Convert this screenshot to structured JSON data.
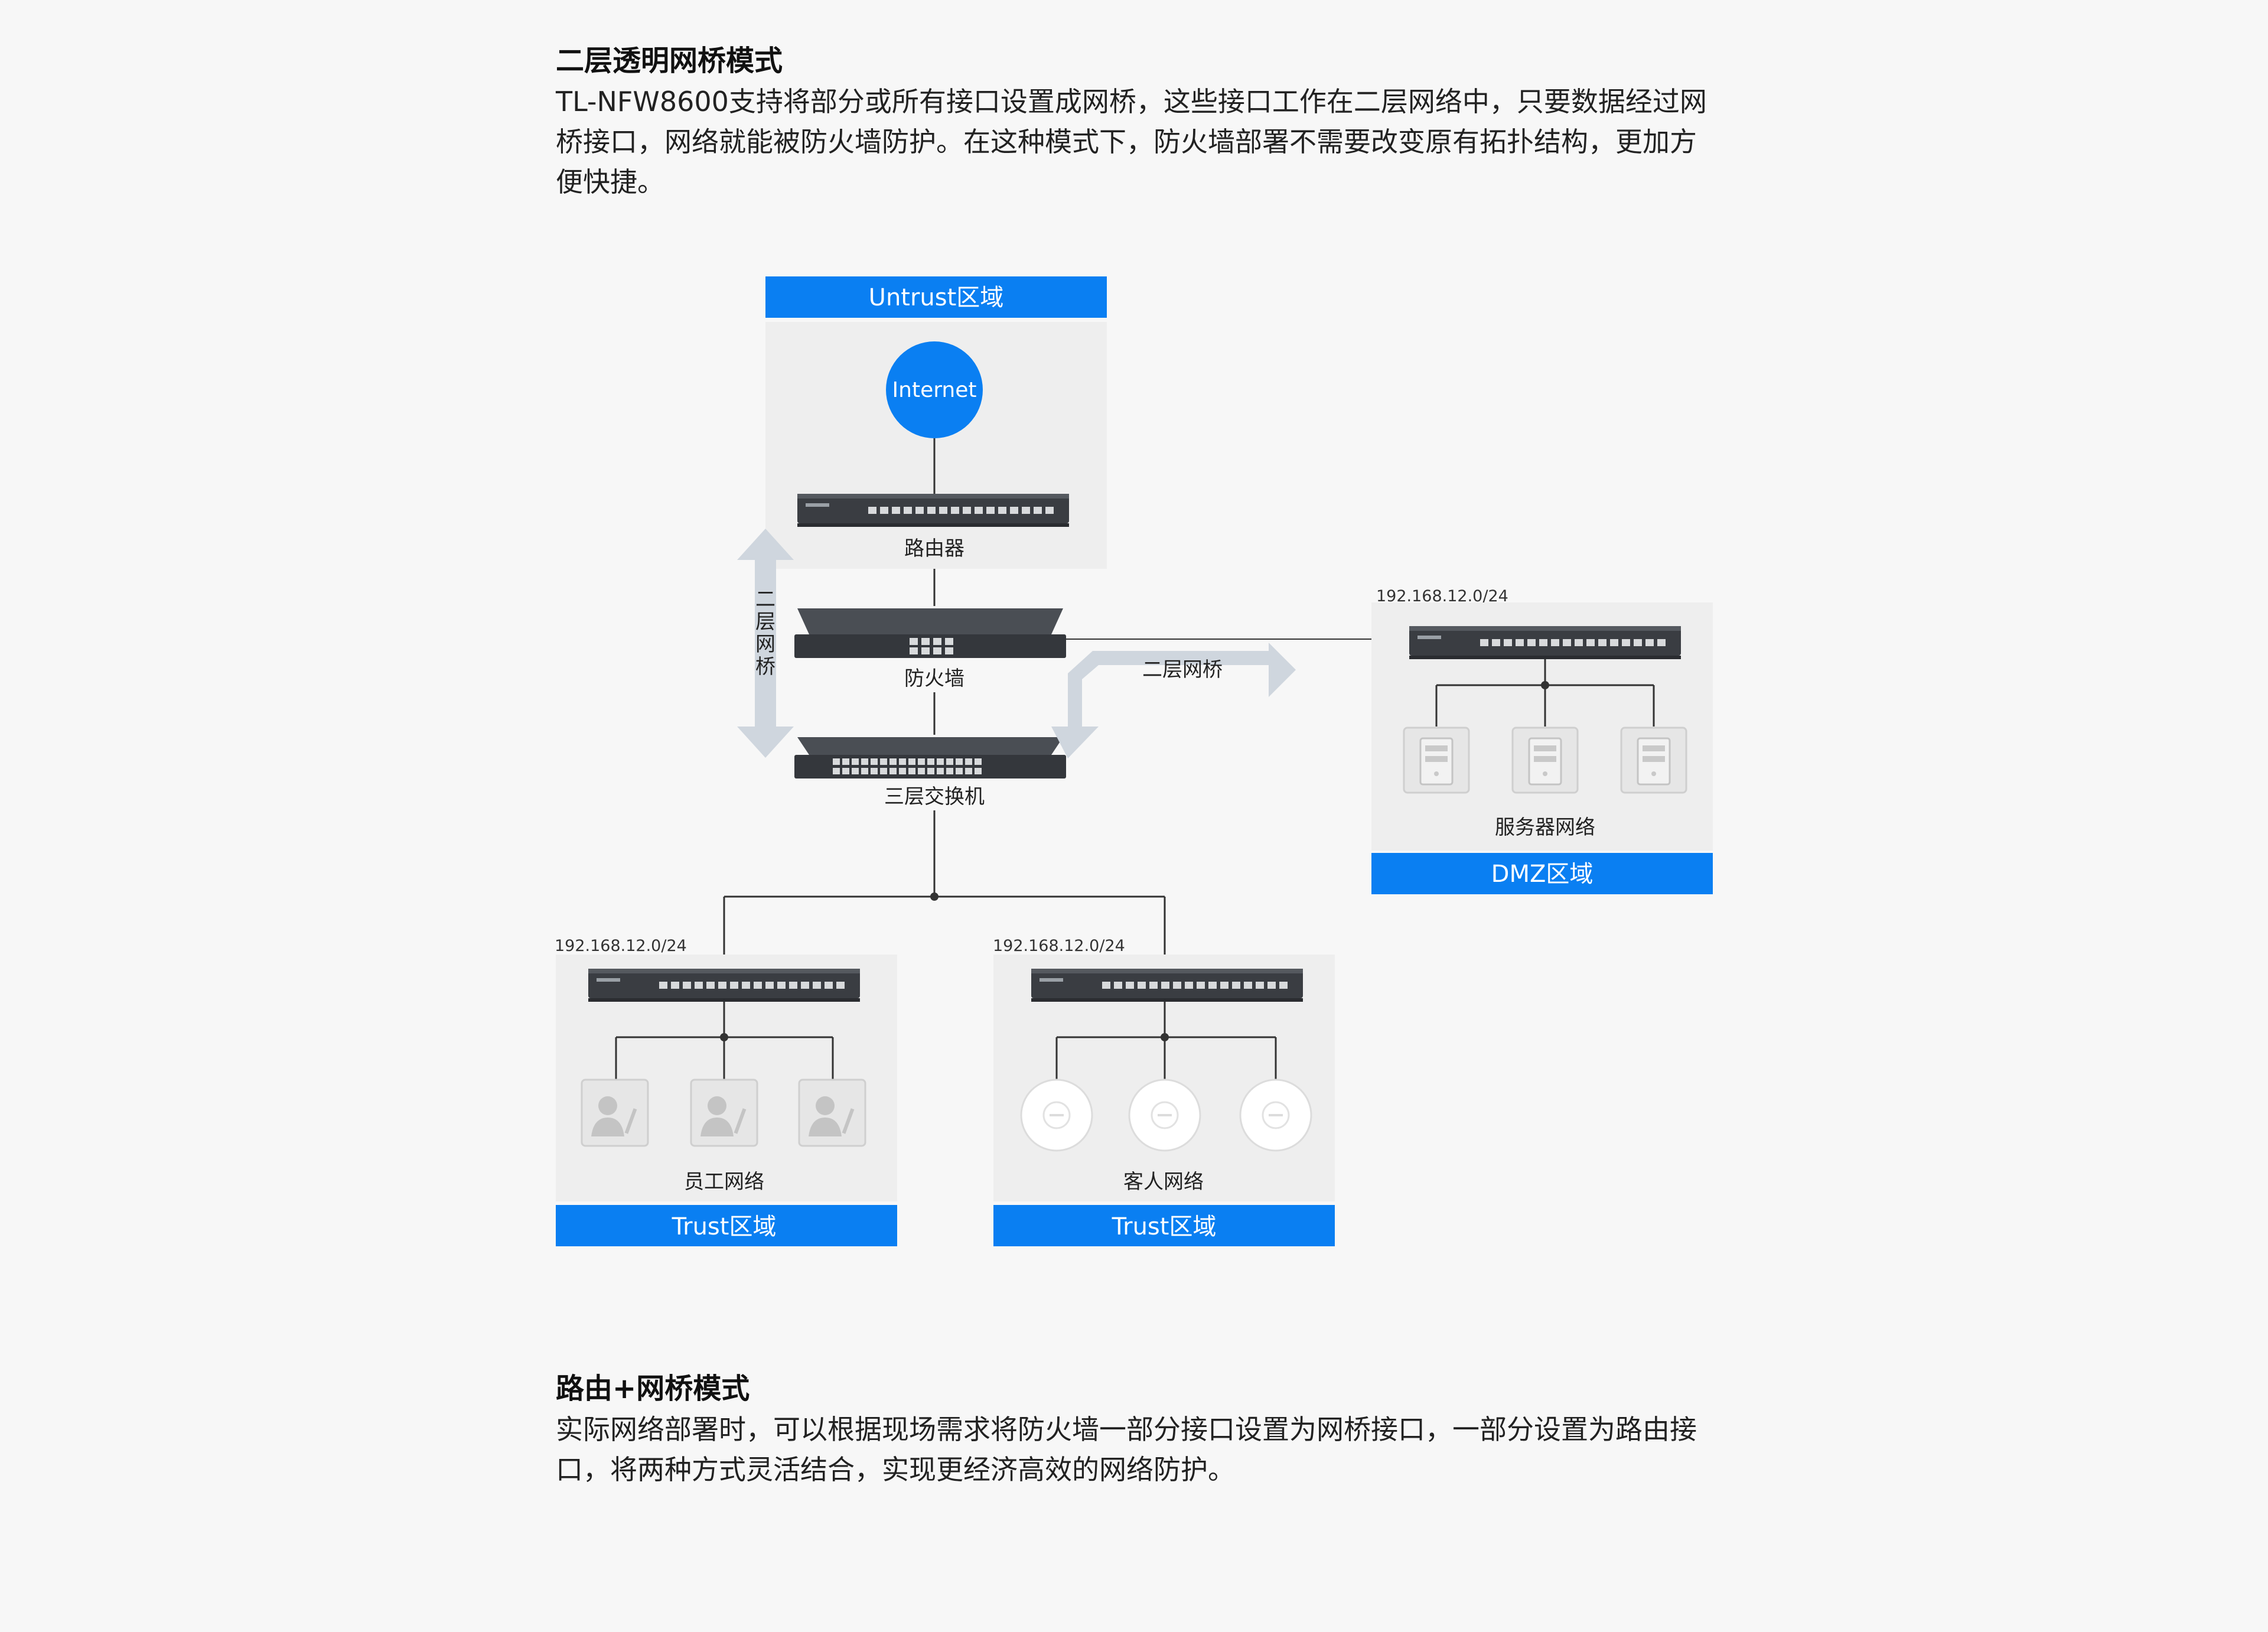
{
  "section1": {
    "title": "二层透明网桥模式",
    "body": "TL-NFW8600支持将部分或所有接口设置成网桥，这些接口工作在二层网络中，只要数据经过网桥接口，网络就能被防火墙防护。在这种模式下，防火墙部署不需要改变原有拓扑结构，更加方便快捷。"
  },
  "diagram": {
    "untrust_zone": "Untrust区域",
    "internet": "Internet",
    "router": "路由器",
    "firewall": "防火墙",
    "l3_switch": "三层交换机",
    "bridge_vertical": "二层网桥",
    "bridge_horizontal": "二层网桥",
    "dmz": {
      "ip": "192.168.12.0/24",
      "network": "服务器网络",
      "zone": "DMZ区域"
    },
    "trust_staff": {
      "ip": "192.168.12.0/24",
      "network": "员工网络",
      "zone": "Trust区域"
    },
    "trust_guest": {
      "ip": "192.168.12.0/24",
      "network": "客人网络",
      "zone": "Trust区域"
    },
    "colors": {
      "zone_blue": "#0a7ff2",
      "panel_gray": "#eeeeee",
      "arrow_gray": "#cfd6de",
      "device_dark": "#3a3d42"
    }
  },
  "section2": {
    "title": "路由+网桥模式",
    "body": "实际网络部署时，可以根据现场需求将防火墙一部分接口设置为网桥接口，一部分设置为路由接口，将两种方式灵活结合，实现更经济高效的网络防护。"
  }
}
